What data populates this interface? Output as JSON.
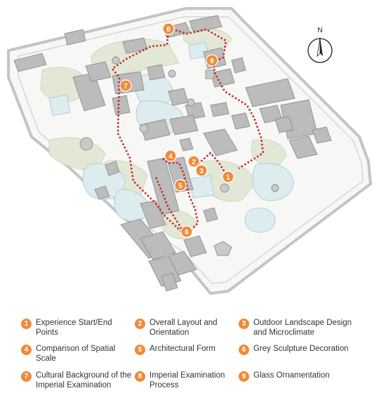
{
  "north_label": "N",
  "colors": {
    "route": "#c62828",
    "marker": "#ee8a3a",
    "building": "#bdbdbd",
    "water": "#dfeef0",
    "green": "#e4e8d8",
    "wall": "#c8c8c8"
  },
  "markers": [
    "1",
    "2",
    "3",
    "4",
    "5",
    "6",
    "7",
    "8",
    "9"
  ],
  "legend": [
    {
      "num": "1",
      "text": "Experience Start/End Points"
    },
    {
      "num": "2",
      "text": "Overall Layout and Orientation"
    },
    {
      "num": "3",
      "text": "Outdoor Landscape Design and Microclimate"
    },
    {
      "num": "4",
      "text": "Comparison of Spatial Scale"
    },
    {
      "num": "5",
      "text": "Architectural Form"
    },
    {
      "num": "6",
      "text": "Grey Sculpture Decoration"
    },
    {
      "num": "7",
      "text": "Cultural Background of the Imperial Examination"
    },
    {
      "num": "8",
      "text": "Imperial Examination Process"
    },
    {
      "num": "9",
      "text": "Glass Ornamentation"
    }
  ]
}
